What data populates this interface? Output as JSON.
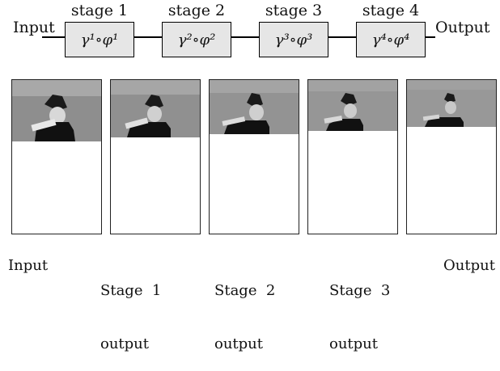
{
  "pipeline": {
    "input_label": "Input",
    "output_label": "Output",
    "stages": [
      {
        "title": "stage 1",
        "op": "γ¹∘φ¹"
      },
      {
        "title": "stage 2",
        "op": "γ²∘φ²"
      },
      {
        "title": "stage 3",
        "op": "γ³∘φ³"
      },
      {
        "title": "stage 4",
        "op": "γ⁴∘φ⁴"
      }
    ]
  },
  "panels": [
    {
      "caption_line1": "Input",
      "caption_line2": ""
    },
    {
      "caption_line1": "Stage  1",
      "caption_line2": "output"
    },
    {
      "caption_line1": "Stage  2",
      "caption_line2": "output"
    },
    {
      "caption_line1": "Stage  3",
      "caption_line2": "output"
    },
    {
      "caption_line1": "Output",
      "caption_line2": ""
    }
  ]
}
